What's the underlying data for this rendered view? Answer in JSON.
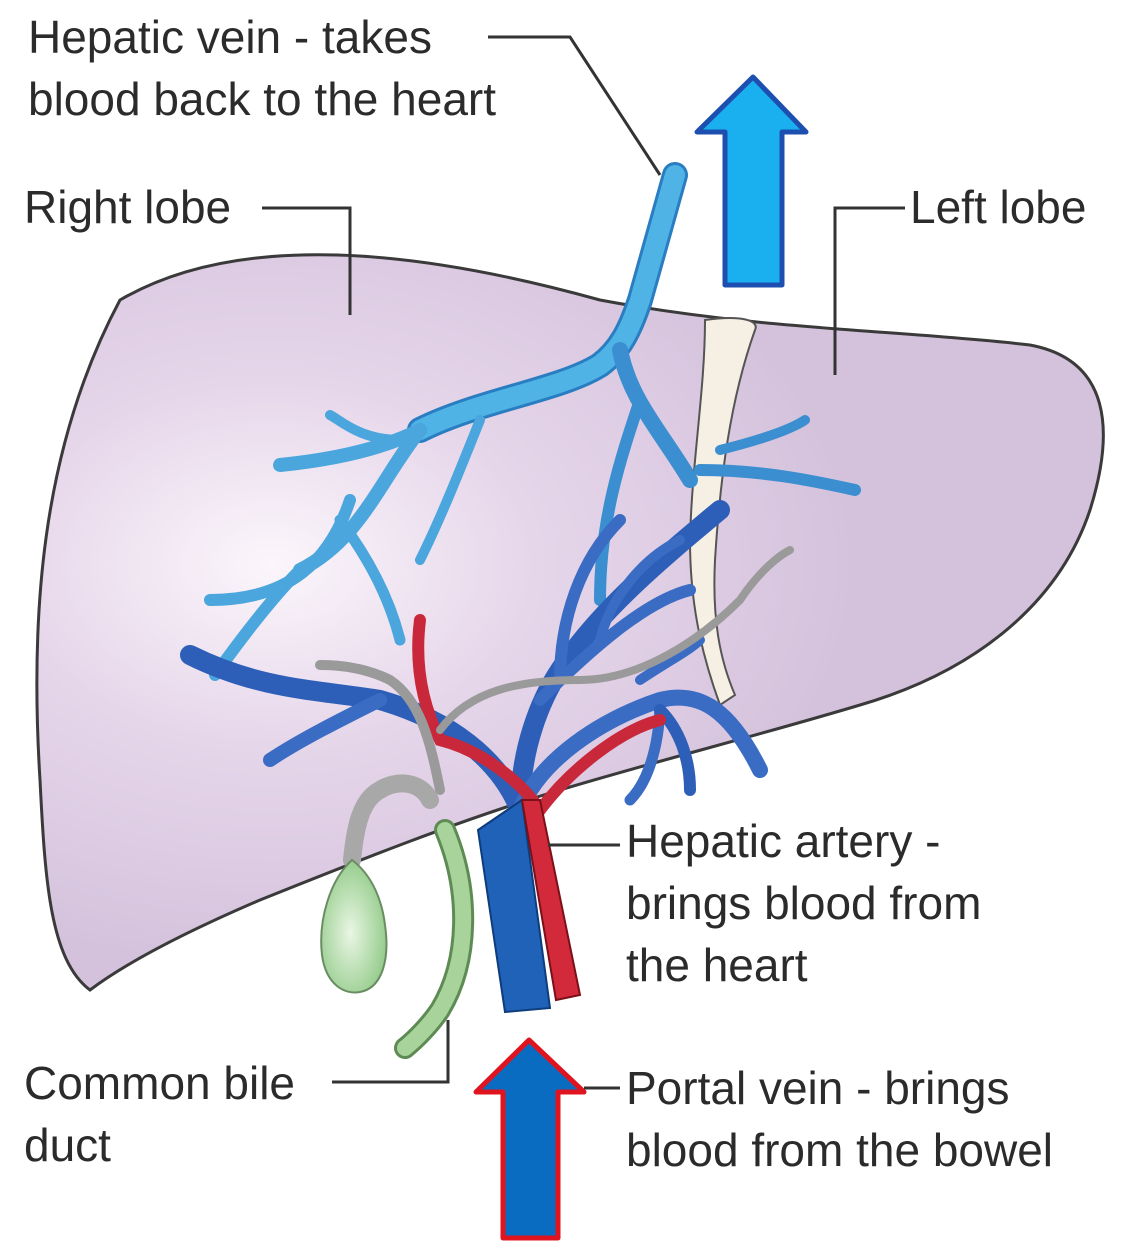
{
  "labels": {
    "hepatic_vein": {
      "line1": "Hepatic vein - takes",
      "line2": "blood back to the heart"
    },
    "right_lobe": "Right lobe",
    "left_lobe": "Left lobe",
    "hepatic_artery": {
      "line1": "Hepatic artery -",
      "line2": "brings blood from",
      "line3": "the heart"
    },
    "common_bile_duct": {
      "line1": "Common bile",
      "line2": "duct"
    },
    "portal_vein": {
      "line1": "Portal vein - brings",
      "line2": "blood from the bowel"
    }
  },
  "colors": {
    "liver": "#d9c8df",
    "liver_outline": "#3a3a3a",
    "hepatic_vein": "#3fa8e0",
    "portal_vein": "#1f5fb5",
    "hepatic_artery": "#c8283a",
    "bile_duct": "#9ccc8c",
    "gall_bladder": "#a8d7a0",
    "gray_duct": "#a8a8a8",
    "arrow_up_fill": "#1ab0f0",
    "arrow_up_stroke": "#1d4fb0",
    "arrow_in_fill": "#0a6cc0",
    "arrow_in_stroke": "#e0141e",
    "leader_line": "#333333"
  }
}
